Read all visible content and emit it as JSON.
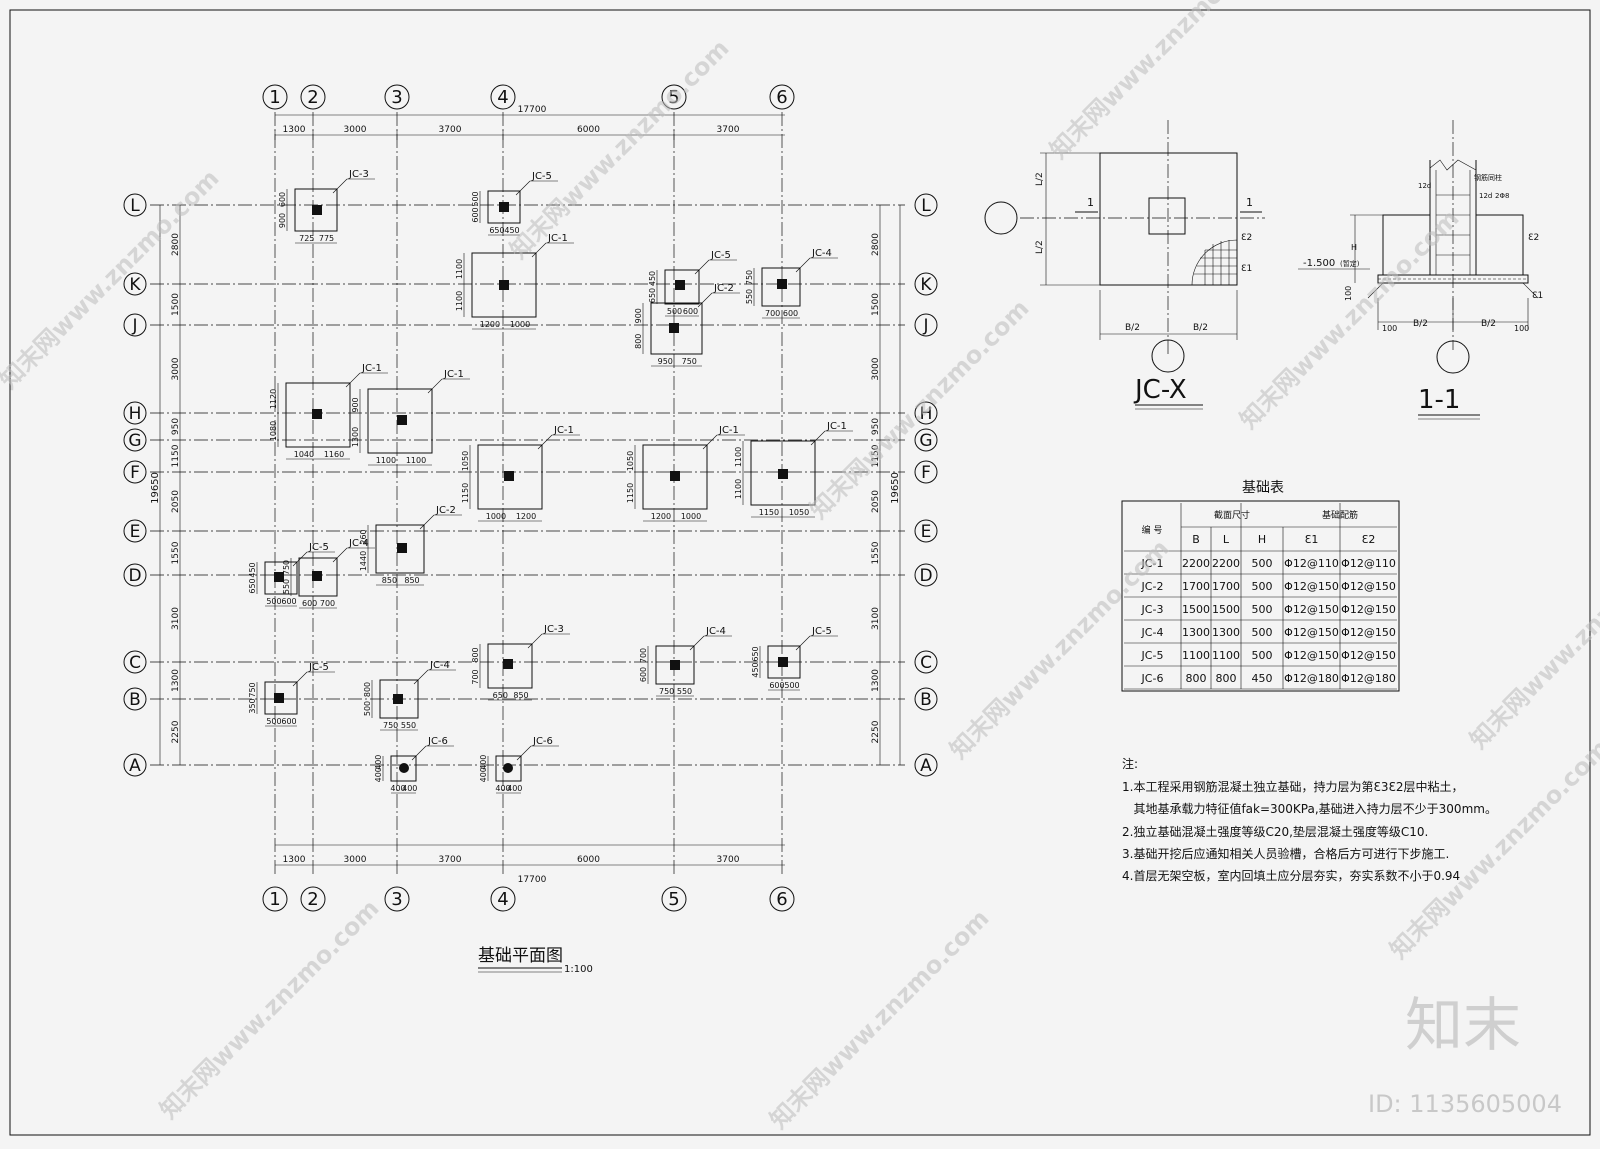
{
  "plan": {
    "title": "基础平面图",
    "scale": "1:100",
    "col_axes": [
      "1",
      "2",
      "3",
      "4",
      "5",
      "6"
    ],
    "row_axes": [
      "L",
      "K",
      "J",
      "H",
      "G",
      "F",
      "E",
      "D",
      "C",
      "B",
      "A"
    ],
    "top_total": "17700",
    "bottom_total": "17700",
    "col_spacings": [
      "1300",
      "3000",
      "3700",
      "6000",
      "3700"
    ],
    "row_spacings": [
      "2800",
      "1500",
      "3000",
      "950",
      "1150",
      "2050",
      "1550",
      "3100",
      "1300",
      "2250"
    ],
    "side_total": "19650",
    "footings": [
      {
        "label": "JC-3",
        "dims": [
          "600",
          "900",
          "725",
          "775"
        ]
      },
      {
        "label": "JC-5",
        "dims": [
          "500",
          "600",
          "650",
          "450"
        ]
      },
      {
        "label": "JC-1",
        "dims": [
          "1100",
          "1100",
          "1200",
          "1000"
        ]
      },
      {
        "label": "JC-5",
        "dims": [
          "450",
          "650",
          "500",
          "600"
        ]
      },
      {
        "label": "JC-2",
        "dims": [
          "900",
          "800",
          "950",
          "750"
        ]
      },
      {
        "label": "JC-4",
        "dims": [
          "750",
          "550",
          "700",
          "600"
        ]
      },
      {
        "label": "JC-1",
        "dims": [
          "1120",
          "1080",
          "1040",
          "1160"
        ]
      },
      {
        "label": "JC-1",
        "dims": [
          "900",
          "1300",
          "1100",
          "1100"
        ]
      },
      {
        "label": "JC-1",
        "dims": [
          "1050",
          "1150",
          "1000",
          "1200"
        ]
      },
      {
        "label": "JC-1",
        "dims": [
          "1050",
          "1150",
          "1200",
          "1000"
        ]
      },
      {
        "label": "JC-1",
        "dims": [
          "1100",
          "1100",
          "1150",
          "1050"
        ]
      },
      {
        "label": "JC-5",
        "dims": [
          "450",
          "650",
          "500",
          "600"
        ]
      },
      {
        "label": "JC-4",
        "dims": [
          "750",
          "550",
          "600",
          "700"
        ]
      },
      {
        "label": "JC-2",
        "dims": [
          "260",
          "1440",
          "850",
          "850"
        ]
      },
      {
        "label": "JC-3",
        "dims": [
          "800",
          "700",
          "650",
          "850"
        ]
      },
      {
        "label": "JC-4",
        "dims": [
          "700",
          "600",
          "750",
          "550"
        ]
      },
      {
        "label": "JC-5",
        "dims": [
          "650",
          "450",
          "600",
          "500"
        ]
      },
      {
        "label": "JC-5",
        "dims": [
          "750",
          "350",
          "500",
          "600"
        ]
      },
      {
        "label": "JC-4",
        "dims": [
          "800",
          "500",
          "750",
          "550"
        ]
      },
      {
        "label": "JC-6",
        "dims": [
          "400",
          "400",
          "400",
          "400"
        ]
      },
      {
        "label": "JC-6",
        "dims": [
          "400",
          "400",
          "400",
          "400"
        ]
      }
    ]
  },
  "detail_plan": {
    "title": "JC-X",
    "section_mark": "1",
    "dims": [
      "L/2",
      "L/2",
      "B/2",
      "B/2"
    ],
    "rebar": [
      "Ɛ2",
      "Ɛ1"
    ]
  },
  "section": {
    "title": "1-1",
    "elevation": "-1.500",
    "elevation_note": "(暂定)",
    "col_note": "钢筋同柱",
    "labels": [
      "12d",
      "12d",
      "2Φ8",
      "Ɛ2",
      "Ɛ1",
      "H",
      "100",
      "100",
      "B/2",
      "B/2",
      "100"
    ]
  },
  "table": {
    "title": "基础表",
    "header_id": "编 号",
    "header_size": "截面尺寸",
    "header_rebar": "基础配筋",
    "cols": [
      "B",
      "L",
      "H",
      "Ɛ1",
      "Ɛ2"
    ],
    "rows": [
      [
        "JC-1",
        "2200",
        "2200",
        "500",
        "Φ12@110",
        "Φ12@110"
      ],
      [
        "JC-2",
        "1700",
        "1700",
        "500",
        "Φ12@150",
        "Φ12@150"
      ],
      [
        "JC-3",
        "1500",
        "1500",
        "500",
        "Φ12@150",
        "Φ12@150"
      ],
      [
        "JC-4",
        "1300",
        "1300",
        "500",
        "Φ12@150",
        "Φ12@150"
      ],
      [
        "JC-5",
        "1100",
        "1100",
        "500",
        "Φ12@150",
        "Φ12@150"
      ],
      [
        "JC-6",
        "800",
        "800",
        "450",
        "Φ12@180",
        "Φ12@180"
      ]
    ]
  },
  "notes": {
    "title": "注:",
    "lines": [
      "1.本工程采用钢筋混凝土独立基础，持力层为第Ɛ3Ɛ2层中粘土，",
      "   其地基承载力特征值fak=300KPa,基础进入持力层不少于300mm。",
      "2.独立基础混凝土强度等级C20,垫层混凝土强度等级C10.",
      "3.基础开挖后应通知相关人员验槽，合格后方可进行下步施工.",
      "4.首层无架空板，室内回填土应分层夯实，夯实系数不小于0.94"
    ]
  },
  "branding": {
    "logo": "知末",
    "id_text": "ID: 1135605004",
    "watermark": "知末网www.znzmo.com"
  }
}
